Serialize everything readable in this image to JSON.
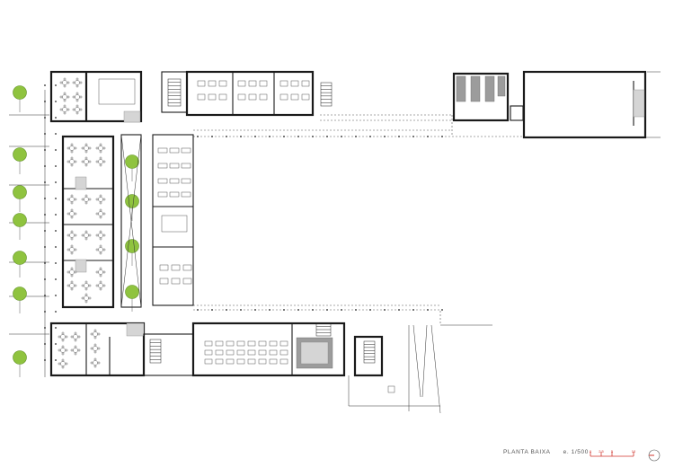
{
  "drawing": {
    "plan_label": "PLANTA BAIXA",
    "scale_label": "e. 1/500"
  },
  "scale_bar": {
    "ticks": [
      "0",
      "2.5",
      "5",
      "10"
    ],
    "color": "#d0342c"
  },
  "colors": {
    "walls": "#1a1a1a",
    "vegetation": "#8fc33f",
    "service_fill": "#9c9c9c"
  }
}
